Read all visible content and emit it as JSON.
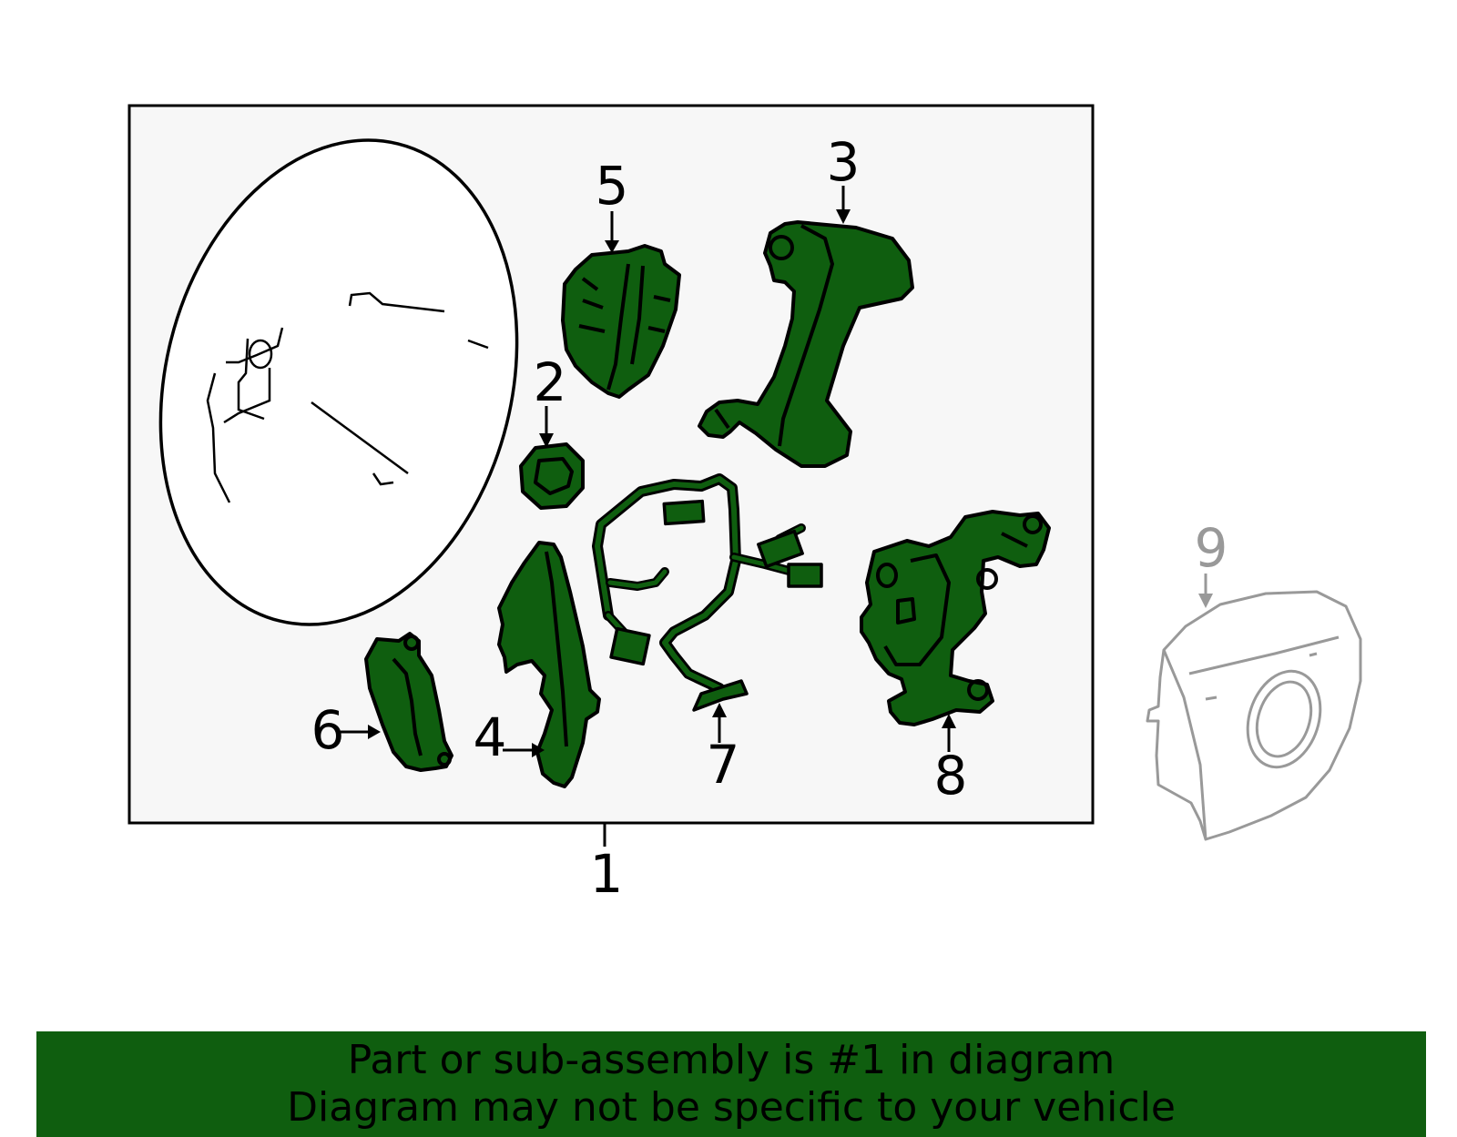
{
  "colors": {
    "part_fill": "#0f5e0f",
    "outline": "#000000",
    "panel_bg": "#f7f7f7",
    "excluded_part": "#999999",
    "banner_bg": "#0f5e0f"
  },
  "callouts": {
    "c1": "1",
    "c2": "2",
    "c3": "3",
    "c4": "4",
    "c5": "5",
    "c6": "6",
    "c7": "7",
    "c8": "8",
    "c9": "9"
  },
  "banner": {
    "line1": "Part or sub-assembly is #1 in diagram",
    "line2": "Diagram may not be specific to your vehicle"
  }
}
